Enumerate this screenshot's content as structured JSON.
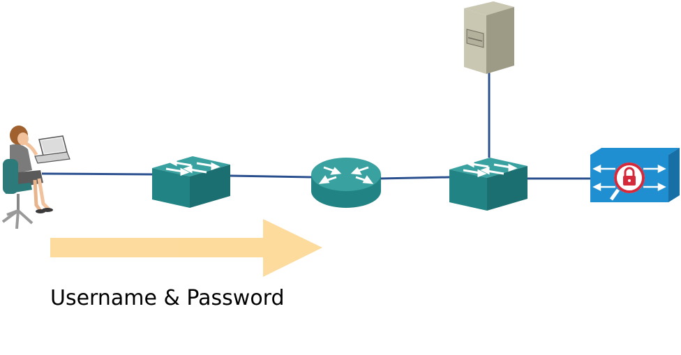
{
  "diagram": {
    "caption": "Username & Password",
    "colors": {
      "link": "#2a4f8f",
      "device_teal_top": "#3aa1a1",
      "device_teal_side": "#1c6f70",
      "device_teal_front": "#218384",
      "arrow": "#fcc86a",
      "server_body": "#c9c6b1",
      "server_side": "#9d9a86",
      "appliance_blue": "#1f8fd1",
      "lock_red": "#d42a3c"
    },
    "nodes": [
      {
        "id": "user",
        "icon": "user-at-laptop-icon"
      },
      {
        "id": "switch-1",
        "icon": "switch-icon"
      },
      {
        "id": "router",
        "icon": "router-icon"
      },
      {
        "id": "switch-2",
        "icon": "switch-icon"
      },
      {
        "id": "server",
        "icon": "server-icon"
      },
      {
        "id": "aaa",
        "icon": "security-appliance-icon"
      }
    ],
    "links": [
      [
        "user",
        "switch-1"
      ],
      [
        "switch-1",
        "router"
      ],
      [
        "router",
        "switch-2"
      ],
      [
        "switch-2",
        "server"
      ],
      [
        "switch-2",
        "aaa"
      ]
    ],
    "flow": {
      "icon": "flow-arrow-icon",
      "direction": "right"
    }
  }
}
